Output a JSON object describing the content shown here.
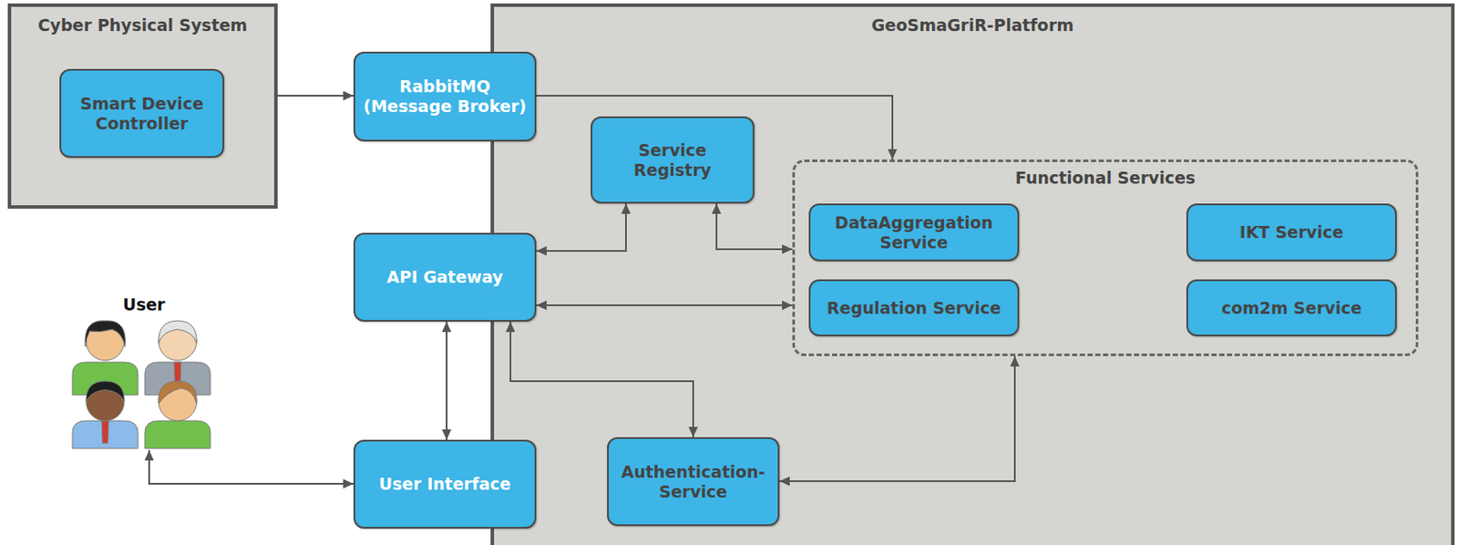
{
  "diagram": {
    "nodes": [
      {
        "text": [
          "Cyber Physical System"
        ]
      },
      {
        "text": [
          "Smart Device Controller"
        ],
        "in": 0
      },
      {
        "text": [
          "RabbitMQ (Message Broker)"
        ]
      },
      {
        "text": [
          "GeoSmaGriR-Platform"
        ]
      },
      {
        "text": [
          "Service Registry"
        ],
        "in": 3
      },
      {
        "text": [
          "Functional Services"
        ],
        "in": 3
      },
      {
        "text": [
          "DataAggregation Service"
        ],
        "in": 5
      },
      {
        "text": [
          "IKT Service"
        ],
        "in": 5
      },
      {
        "text": [
          "Regulation Service"
        ],
        "in": 5
      },
      {
        "text": [
          "com2m Service"
        ],
        "in": 5
      },
      {
        "text": [
          "API Gateway"
        ]
      },
      {
        "text": [
          "User"
        ]
      },
      {
        "text": [
          "User Interface"
        ]
      },
      {
        "text": [
          "Authentication-Service"
        ],
        "in": 3
      }
    ],
    "edges": [
      {
        "from": 0,
        "to": 2,
        "arrow": "to"
      },
      {
        "from": 2,
        "to": 5,
        "arrow": "to"
      },
      {
        "from": 10,
        "to": 4,
        "arrow": "both"
      },
      {
        "from": 4,
        "to": 5,
        "arrow": "both"
      },
      {
        "from": 10,
        "to": 5,
        "arrow": "both"
      },
      {
        "from": 10,
        "to": 12,
        "arrow": "both"
      },
      {
        "from": 10,
        "to": 13,
        "arrow": "both"
      },
      {
        "from": 11,
        "to": 12,
        "arrow": "both"
      },
      {
        "from": 13,
        "to": 5,
        "arrow": "both"
      }
    ]
  }
}
